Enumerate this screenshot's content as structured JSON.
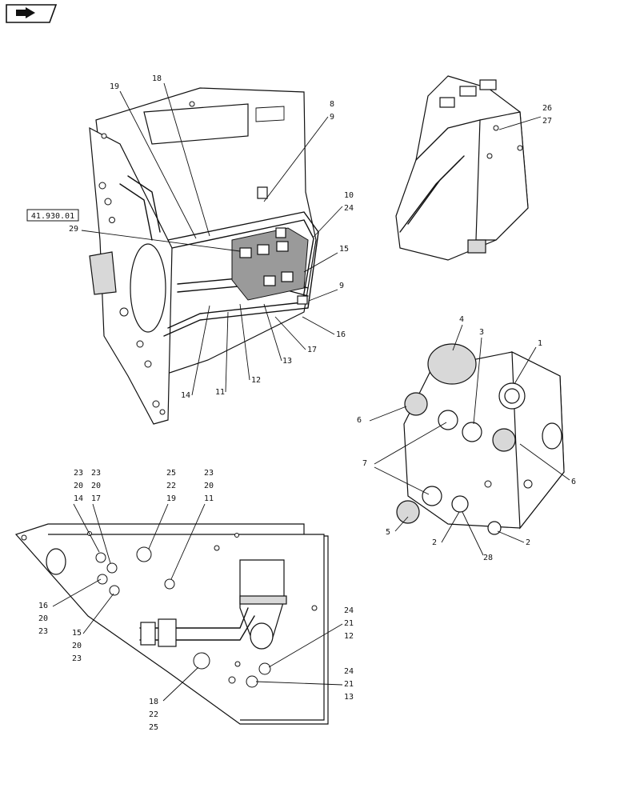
{
  "nav": {
    "icon": "next-page-arrow-icon"
  },
  "reference_box": {
    "label": "41.930.01"
  },
  "top_left_view": {
    "callouts": [
      "19",
      "18",
      "8",
      "9",
      "10",
      "24",
      "29",
      "15",
      "9",
      "16",
      "17",
      "13",
      "12",
      "11",
      "14"
    ]
  },
  "top_right_view": {
    "callouts": [
      "26",
      "27"
    ]
  },
  "valve_view": {
    "callouts": [
      "4",
      "3",
      "1",
      "6",
      "7",
      "6",
      "5",
      "2",
      "28",
      "2"
    ]
  },
  "bottom_plate_view": {
    "stacks": [
      [
        "23",
        "20",
        "14"
      ],
      [
        "23",
        "20",
        "17"
      ],
      [
        "25",
        "22",
        "19"
      ],
      [
        "23",
        "20",
        "11"
      ],
      [
        "16",
        "20",
        "23"
      ],
      [
        "15",
        "20",
        "23"
      ],
      [
        "24",
        "21",
        "12"
      ],
      [
        "24",
        "21",
        "13"
      ],
      [
        "18",
        "22",
        "25"
      ]
    ]
  }
}
